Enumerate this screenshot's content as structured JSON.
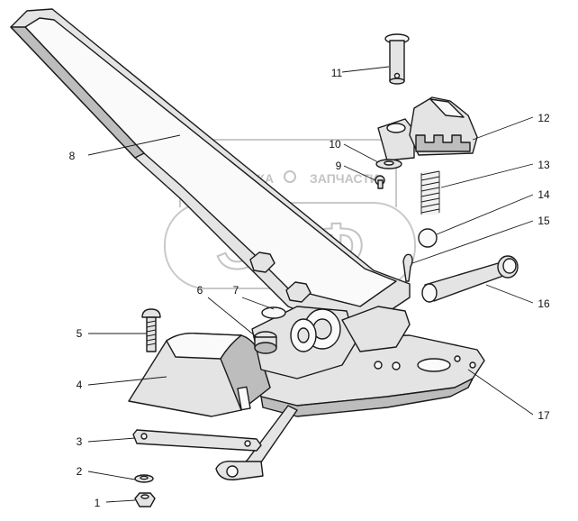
{
  "watermark": {
    "top_text_left": "ТЕХНИКА",
    "top_text_right": "ЗАПЧАСТИ",
    "big_text": "ЭПФ"
  },
  "callouts": [
    {
      "id": "1",
      "label": "1"
    },
    {
      "id": "2",
      "label": "2"
    },
    {
      "id": "3",
      "label": "3"
    },
    {
      "id": "4",
      "label": "4"
    },
    {
      "id": "5",
      "label": "5"
    },
    {
      "id": "6",
      "label": "6"
    },
    {
      "id": "7",
      "label": "7"
    },
    {
      "id": "8",
      "label": "8"
    },
    {
      "id": "9",
      "label": "9"
    },
    {
      "id": "10",
      "label": "10"
    },
    {
      "id": "11",
      "label": "11"
    },
    {
      "id": "12",
      "label": "12"
    },
    {
      "id": "13",
      "label": "13"
    },
    {
      "id": "14",
      "label": "14"
    },
    {
      "id": "15",
      "label": "15"
    },
    {
      "id": "16",
      "label": "16"
    },
    {
      "id": "17",
      "label": "17"
    }
  ]
}
